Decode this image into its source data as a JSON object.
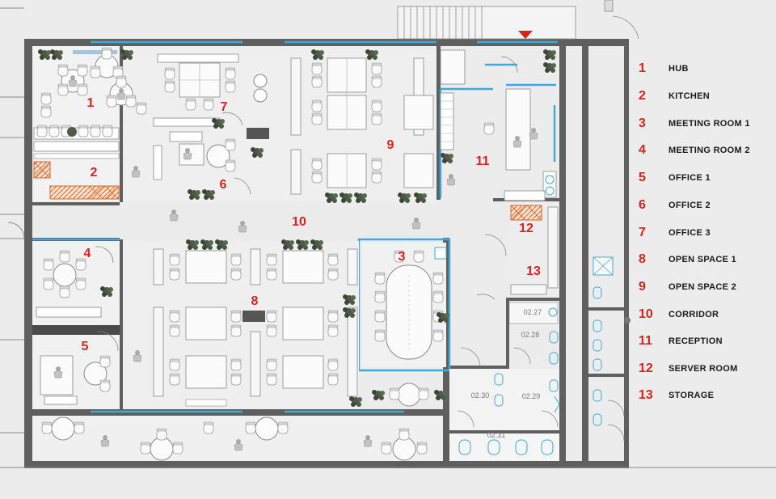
{
  "colors": {
    "background": "#ececec",
    "wall": "#5f5f5f",
    "glass": "#3fa9dc",
    "accent": "#d9231f",
    "furniture": "#bdbdbd",
    "plant": "#4d5a44",
    "hatch": "#e0641f"
  },
  "legend": [
    {
      "num": "1",
      "name": "HUB"
    },
    {
      "num": "2",
      "name": "KITCHEN"
    },
    {
      "num": "3",
      "name": "MEETING ROOM 1"
    },
    {
      "num": "4",
      "name": "MEETING ROOM 2"
    },
    {
      "num": "5",
      "name": "OFFICE 1"
    },
    {
      "num": "6",
      "name": "OFFICE 2"
    },
    {
      "num": "7",
      "name": "OFFICE 3"
    },
    {
      "num": "8",
      "name": "OPEN SPACE 1"
    },
    {
      "num": "9",
      "name": "OPEN SPACE 2"
    },
    {
      "num": "10",
      "name": "CORRIDOR"
    },
    {
      "num": "11",
      "name": "RECEPTION"
    },
    {
      "num": "12",
      "name": "SERVER ROOM"
    },
    {
      "num": "13",
      "name": "STORAGE"
    }
  ],
  "room_numbers": [
    "1",
    "2",
    "3",
    "4",
    "5",
    "6",
    "7",
    "8",
    "9",
    "10",
    "11",
    "12",
    "13"
  ],
  "room_codes": [
    "02.27",
    "02.28",
    "02.29",
    "02.30",
    "02.31"
  ],
  "entrance_marker": "arrow-down-icon"
}
